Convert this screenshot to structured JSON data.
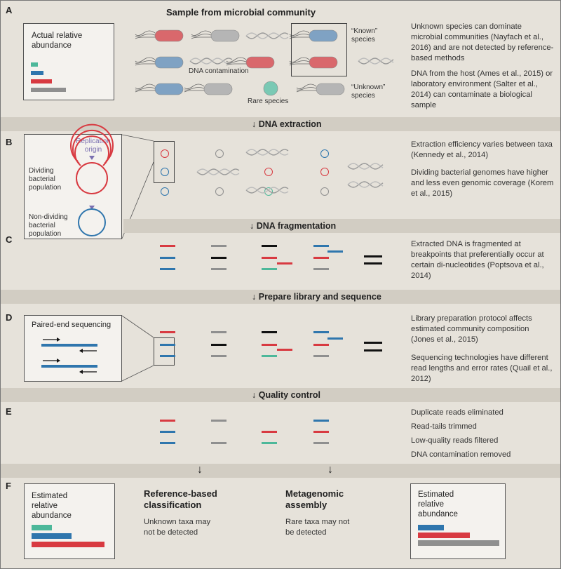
{
  "colors": {
    "teal": "#4db89a",
    "blue": "#2f76ad",
    "red": "#d83a41",
    "gray": "#8f8f8f",
    "black": "#111111",
    "lavender": "#7a6fb0"
  },
  "panelA": {
    "letter": "A",
    "title": "Sample from microbial community",
    "legend_title": "Actual relative abundance",
    "abundance": [
      {
        "color": "teal",
        "value": 0.2
      },
      {
        "color": "blue",
        "value": 0.35
      },
      {
        "color": "red",
        "value": 0.6
      },
      {
        "color": "gray",
        "value": 1.0
      }
    ],
    "label_contamination": "DNA contamination",
    "label_rare": "Rare species",
    "label_known": "“Known” species",
    "label_unknown": "“Unknown” species",
    "note1": "Unknown species can dominate microbial communities (Nayfach et al., 2016) and are not detected by reference-based methods",
    "note2": "DNA from the host (Ames et al., 2015) or laboratory environment (Salter et al., 2014) can contaminate a biological sample"
  },
  "step1": "DNA extraction",
  "panelB": {
    "letter": "B",
    "replication_origin": "Replication origin",
    "dividing": "Dividing bacterial population",
    "nondividing": "Non-dividing bacterial population",
    "note1": "Extraction efficiency varies between taxa (Kennedy et al., 2014)",
    "note2": "Dividing bacterial genomes have higher and less even genomic coverage (Korem et al., 2015)"
  },
  "step2": "DNA fragmentation",
  "panelC": {
    "letter": "C",
    "note": "Extracted DNA is fragmented at breakpoints that preferentially occur at certain di-nucleotides (Poptsova et al., 2014)"
  },
  "step3": "Prepare library and sequence",
  "panelD": {
    "letter": "D",
    "pe_label": "Paired-end sequencing",
    "note1": "Library preparation protocol affects estimated community composition (Jones et al., 2015)",
    "note2": "Sequencing technologies have different read lengths and error rates (Quail et al., 2012)"
  },
  "step4": "Quality control",
  "panelE": {
    "letter": "E",
    "items": [
      "Duplicate reads eliminated",
      "Read-tails trimmed",
      "Low-quality reads filtered",
      "DNA contamination removed"
    ]
  },
  "panelF": {
    "letter": "F",
    "left_title": "Estimated relative abundance",
    "left_abundance": [
      {
        "color": "teal",
        "value": 0.28
      },
      {
        "color": "blue",
        "value": 0.55
      },
      {
        "color": "red",
        "value": 1.0
      }
    ],
    "ref_title": "Reference-based classification",
    "ref_note": "Unknown taxa may not be detected",
    "meta_title": "Metagenomic assembly",
    "meta_note": "Rare taxa may not be detected",
    "right_title": "Estimated relative abundance",
    "right_abundance": [
      {
        "color": "blue",
        "value": 0.32
      },
      {
        "color": "red",
        "value": 0.64
      },
      {
        "color": "gray",
        "value": 1.0
      }
    ]
  }
}
